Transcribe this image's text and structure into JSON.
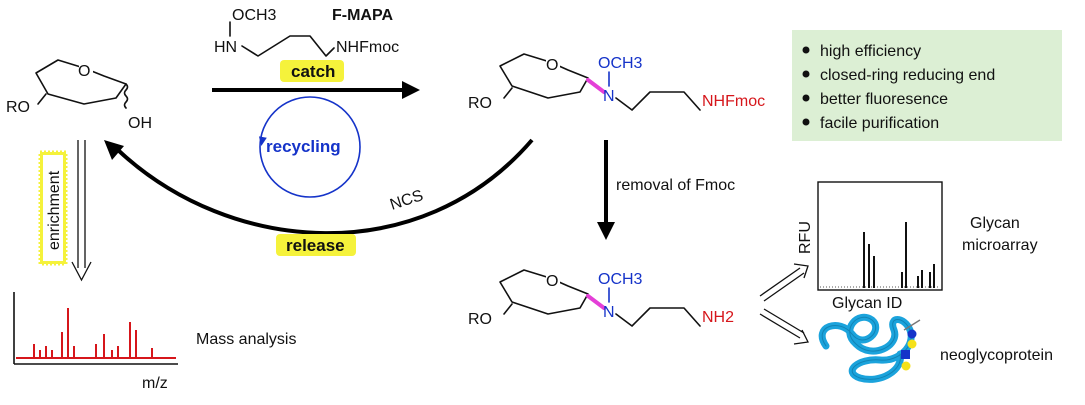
{
  "reagent": {
    "och3": "OCH3",
    "hn": "HN",
    "nhfmoc": "NHFmoc",
    "name": "F-MAPA"
  },
  "labels": {
    "catch": "catch",
    "recycling": "recycling",
    "release": "release",
    "ncs": "NCS",
    "removal": "removal of Fmoc",
    "enrichment": "enrichment",
    "mass_analysis": "Mass analysis",
    "mz": "m/z",
    "rfu": "RFU",
    "glycan_id": "Glycan ID",
    "glycan_microarray_1": "Glycan",
    "glycan_microarray_2": "microarray",
    "neoglycoprotein": "neoglycoprotein"
  },
  "sugar": {
    "ro": "RO",
    "o": "O",
    "oh": "OH"
  },
  "product1": {
    "ro": "RO",
    "o": "O",
    "n": "N",
    "och3": "OCH3",
    "nhfmoc": "NHFmoc"
  },
  "product2": {
    "ro": "RO",
    "o": "O",
    "n": "N",
    "och3": "OCH3",
    "nh2": "NH2"
  },
  "features": [
    "high efficiency",
    "closed-ring reducing end",
    "better fluoresence",
    "facile purification"
  ],
  "colors": {
    "blue": "#1533c9",
    "red": "#d6161b",
    "magenta": "#e43fd7",
    "yellow": "#f5f23b",
    "green_box": "#dcefd4",
    "protein": "#1ba3dc"
  },
  "icons": [
    "pyranose-ring",
    "recycle-loop",
    "protein-coil"
  ]
}
